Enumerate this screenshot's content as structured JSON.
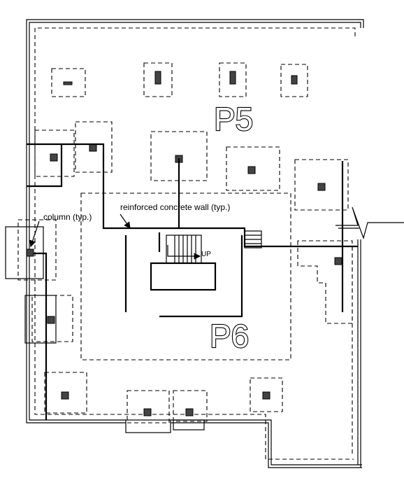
{
  "labels": {
    "zone_upper": "P5",
    "zone_lower": "P6",
    "column_note": "column (typ.)",
    "wall_note": "reinforced concrete wall (typ.)",
    "stair_direction": "UP"
  },
  "colors": {
    "line": "#000000",
    "background": "#ffffff",
    "column_fill": "#444444"
  }
}
